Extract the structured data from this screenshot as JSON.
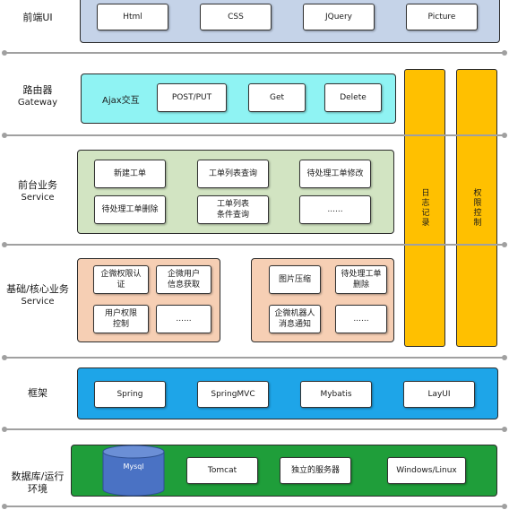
{
  "colors": {
    "frontend_panel": "#c5d3e8",
    "gateway_panel": "#8ff3f3",
    "service_panel": "#d2e4c2",
    "core_panel": "#f6cfb4",
    "framework_panel": "#1ea5e8",
    "runtime_panel": "#1f9e3a",
    "vertical_bars": "#ffc000",
    "database": "#4a72c4"
  },
  "frontend": {
    "label": "前端UI",
    "items": [
      "Html",
      "CSS",
      "JQuery",
      "Picture"
    ]
  },
  "gateway": {
    "label": "路由器",
    "sublabel": "Gateway",
    "ajax_label": "Ajax交互",
    "items": [
      "POST/PUT",
      "Get",
      "Delete"
    ]
  },
  "service": {
    "label": "前台业务",
    "sublabel": "Service",
    "items": [
      "新建工单",
      "工单列表查询",
      "待处理工单修改",
      "待处理工单删除",
      "工单列表\n条件查询",
      "......"
    ]
  },
  "core": {
    "label": "基础/核心业务",
    "sublabel": "Service",
    "left_items": [
      "企微权限认\n证",
      "企微用户\n信息获取",
      "用户权限\n控制",
      "......"
    ],
    "right_items": [
      "图片压缩",
      "待处理工单\n删除",
      "企微机器人\n消息通知",
      "......"
    ]
  },
  "framework": {
    "label": "框架",
    "items": [
      "Spring",
      "SpringMVC",
      "Mybatis",
      "LayUI"
    ]
  },
  "runtime": {
    "label": "数据库/运行\n环境",
    "db_label": "Mysql",
    "items": [
      "Tomcat",
      "独立的服务器",
      "Windows/Linux"
    ]
  },
  "side": {
    "log_label": "日志记录",
    "permission_label": "权限控制"
  }
}
